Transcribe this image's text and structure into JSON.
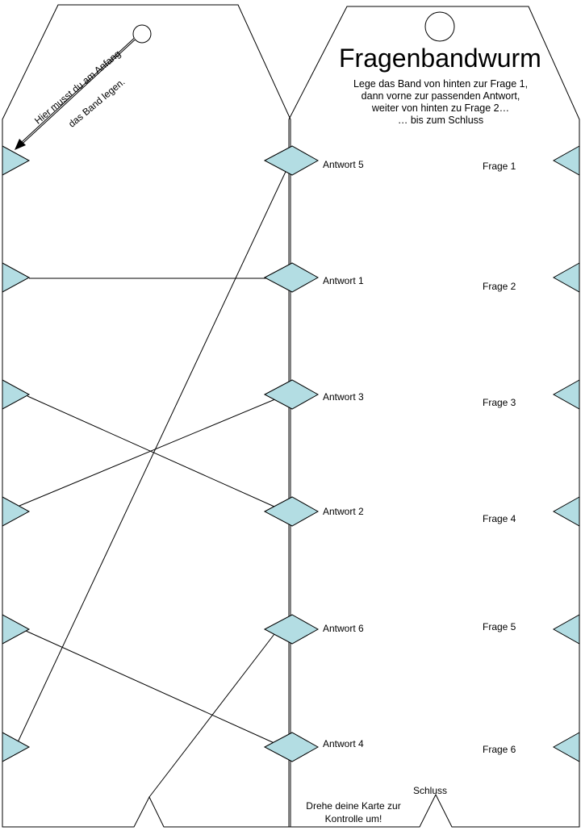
{
  "colors": {
    "marker_fill": "#b3dde3",
    "stroke": "#000000",
    "background": "#ffffff"
  },
  "front": {
    "title": "Fragenbandwurm",
    "instructions": [
      "Lege das Band von hinten zur Frage 1,",
      "dann vorne zur passenden Antwort,",
      "weiter von hinten zu Frage 2…",
      "… bis zum Schluss"
    ],
    "rows": [
      {
        "answer": "Antwort 5",
        "question": "Frage 1"
      },
      {
        "answer": "Antwort 1",
        "question": "Frage 2"
      },
      {
        "answer": "Antwort 3",
        "question": "Frage 3"
      },
      {
        "answer": "Antwort 2",
        "question": "Frage 4"
      },
      {
        "answer": "Antwort 6",
        "question": "Frage 5"
      },
      {
        "answer": "Antwort 4",
        "question": "Frage 6"
      }
    ],
    "end_label": "Schluss",
    "footer": [
      "Drehe deine Karte zur",
      "Kontrolle um!"
    ]
  },
  "back": {
    "start_hint": [
      "Hier musst du am Anfang",
      "das Band legen."
    ]
  }
}
